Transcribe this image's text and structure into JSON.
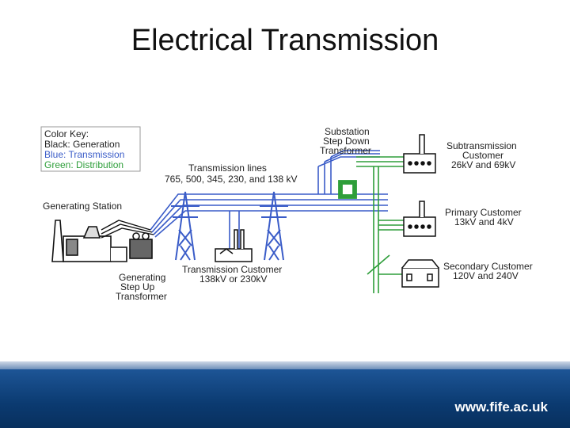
{
  "title": "Electrical Transmission",
  "diagram": {
    "color_key": {
      "heading": "Color Key:",
      "black": "Black: Generation",
      "blue": "Blue:   Transmission",
      "green": "Green: Distribution"
    },
    "labels": {
      "generating_station": "Generating Station",
      "gen_stepup_1": "Generating",
      "gen_stepup_2": "Step Up",
      "gen_stepup_3": "Transformer",
      "lines_1": "Transmission lines",
      "lines_2": "765, 500, 345, 230, and 138 kV",
      "trans_cust_1": "Transmission Customer",
      "trans_cust_2": "138kV or 230kV",
      "substation_1": "Substation",
      "substation_2": "Step Down",
      "substation_3": "Transformer",
      "subtrans_1": "Subtransmission",
      "subtrans_2": "Customer",
      "subtrans_3": "26kV and 69kV",
      "primary_1": "Primary Customer",
      "primary_2": "13kV and 4kV",
      "secondary_1": "Secondary Customer",
      "secondary_2": "120V and 240V"
    },
    "colors": {
      "generation": "#111111",
      "transmission": "#3a5cc8",
      "distribution": "#2e9e3a"
    }
  },
  "footer": {
    "url": "www.fife.ac.uk",
    "background": "#0d3f78"
  }
}
